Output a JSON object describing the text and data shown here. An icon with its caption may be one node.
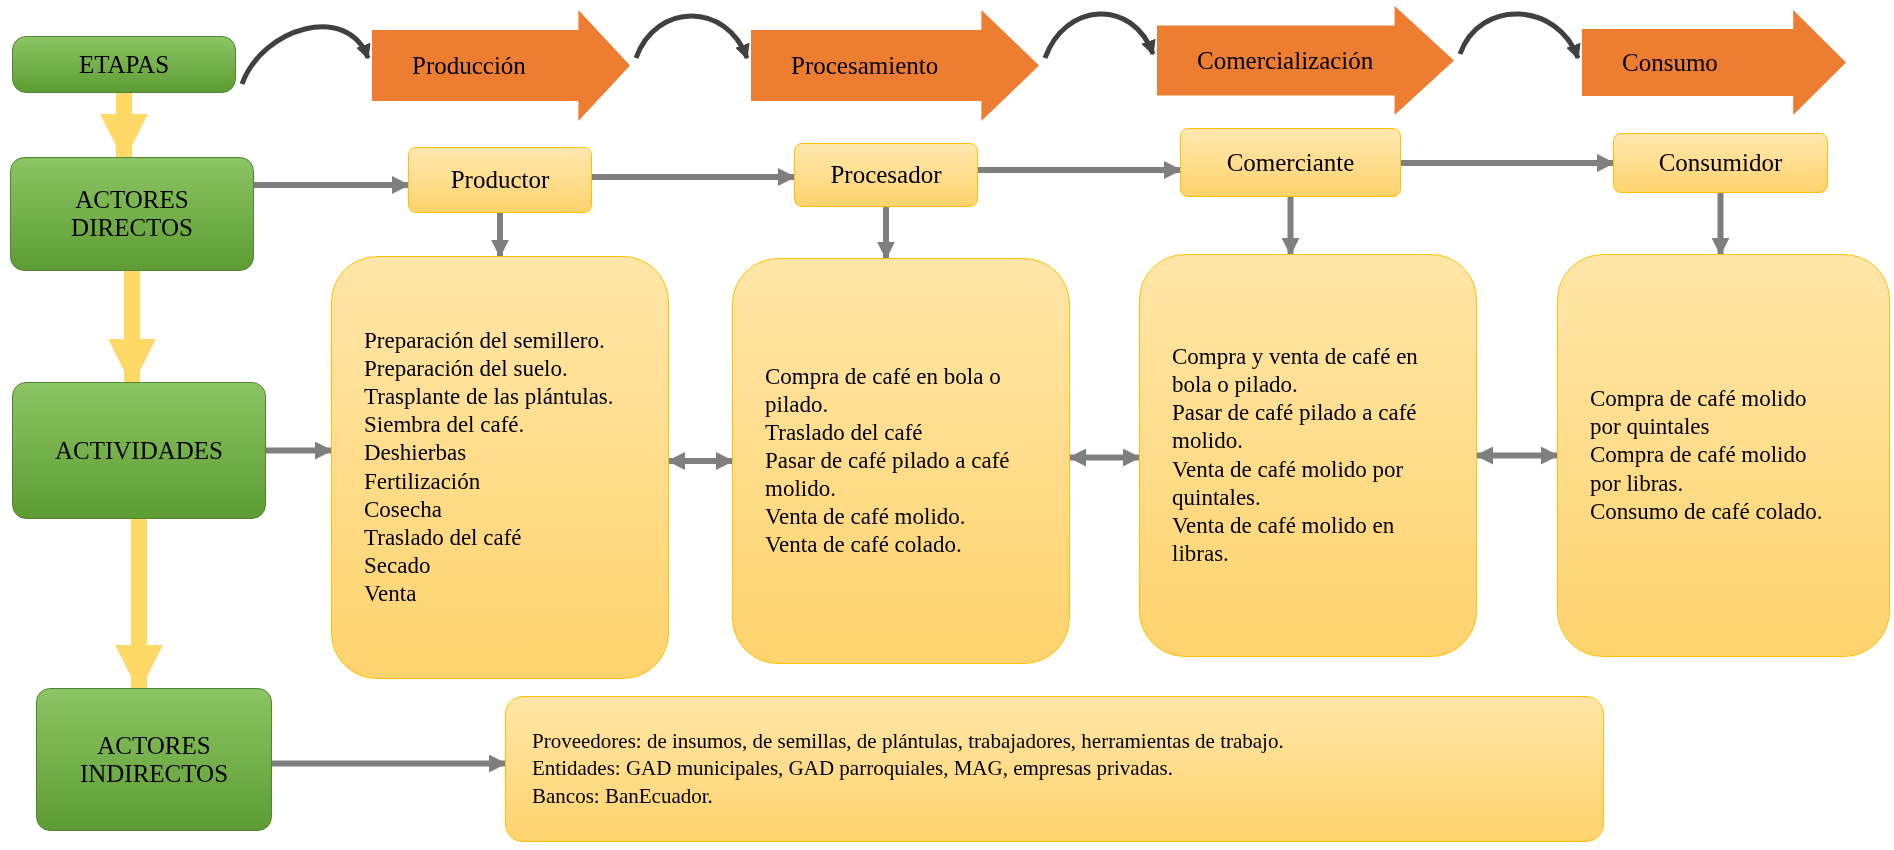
{
  "diagram": {
    "nodes": [
      {
        "text": [
          "ETAPAS"
        ]
      },
      {
        "text": [
          "Producción"
        ]
      },
      {
        "text": [
          "Procesamiento"
        ]
      },
      {
        "text": [
          "Comercialización"
        ]
      },
      {
        "text": [
          "Consumo"
        ]
      },
      {
        "text": [
          "ACTORES DIRECTOS"
        ]
      },
      {
        "text": [
          "Productor"
        ]
      },
      {
        "text": [
          "Procesador"
        ]
      },
      {
        "text": [
          "Comerciante"
        ]
      },
      {
        "text": [
          "Consumidor"
        ]
      },
      {
        "text": [
          "ACTIVIDADES"
        ]
      },
      {
        "text": [
          "Preparación del semillero.",
          "Preparación del suelo.",
          "Trasplante de las plántulas.",
          "Siembra del café.",
          "Deshierbas",
          "Fertilización",
          "Cosecha",
          "Traslado del café",
          "Secado",
          "Venta"
        ]
      },
      {
        "text": [
          "Compra de café en bola o pilado.",
          "Traslado del café",
          "Pasar de café pilado a café molido.",
          "Venta de café molido.",
          "Venta de café colado."
        ]
      },
      {
        "text": [
          "Compra y venta de café en bola o pilado.",
          "Pasar de café pilado a café molido.",
          "Venta de café molido por quintales.",
          "Venta de café molido en libras."
        ]
      },
      {
        "text": [
          "Compra de café molido por quintales",
          "Compra de café molido por libras.",
          "Consumo de café colado."
        ]
      },
      {
        "text": [
          "ACTORES INDIRECTOS"
        ]
      },
      {
        "text": [
          "Proveedores: de insumos, de semillas, de plántulas, trabajadores, herramientas de trabajo.",
          "Entidades: GAD municipales, GAD parroquiales, MAG, empresas privadas.",
          "Bancos: BanEcuador."
        ]
      }
    ],
    "edges": [
      {
        "from": 0,
        "to": 1,
        "arrow": "to",
        "color": "#404040"
      },
      {
        "from": 1,
        "to": 2,
        "arrow": "to",
        "color": "#404040"
      },
      {
        "from": 2,
        "to": 3,
        "arrow": "to",
        "color": "#404040"
      },
      {
        "from": 3,
        "to": 4,
        "arrow": "to",
        "color": "#404040"
      },
      {
        "from": 0,
        "to": 5,
        "arrow": "to",
        "style": "thick",
        "color": "#ffd966"
      },
      {
        "from": 5,
        "to": 10,
        "arrow": "to",
        "style": "thick",
        "color": "#ffd966"
      },
      {
        "from": 10,
        "to": 15,
        "arrow": "to",
        "style": "thick",
        "color": "#ffd966"
      },
      {
        "from": 5,
        "to": 6,
        "arrow": "to"
      },
      {
        "from": 6,
        "to": 7,
        "arrow": "to"
      },
      {
        "from": 7,
        "to": 8,
        "arrow": "to"
      },
      {
        "from": 8,
        "to": 9,
        "arrow": "to"
      },
      {
        "from": 6,
        "to": 11,
        "arrow": "to"
      },
      {
        "from": 7,
        "to": 12,
        "arrow": "to"
      },
      {
        "from": 8,
        "to": 13,
        "arrow": "to"
      },
      {
        "from": 9,
        "to": 14,
        "arrow": "to"
      },
      {
        "from": 10,
        "to": 11,
        "arrow": "to"
      },
      {
        "from": 11,
        "to": 12,
        "arrow": "both"
      },
      {
        "from": 12,
        "to": 13,
        "arrow": "both"
      },
      {
        "from": 13,
        "to": 14,
        "arrow": "both"
      },
      {
        "from": 15,
        "to": 16,
        "arrow": "to"
      }
    ]
  }
}
